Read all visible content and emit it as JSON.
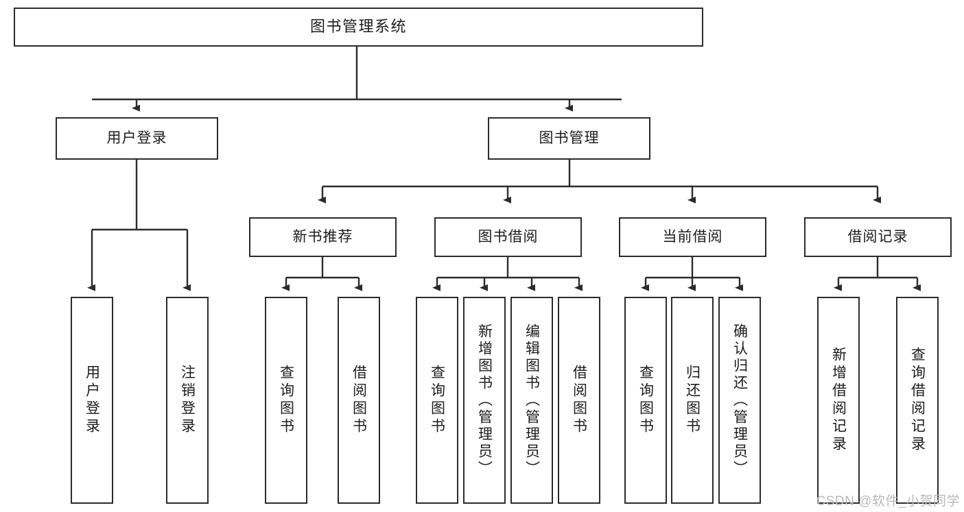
{
  "diagram": {
    "title_node": {
      "label": "图书管理系统"
    },
    "level1": [
      {
        "id": "user-login",
        "label": "用户登录"
      },
      {
        "id": "book-management",
        "label": "图书管理"
      }
    ],
    "level2": [
      {
        "id": "new-book-recommend",
        "label": "新书推荐"
      },
      {
        "id": "book-borrow",
        "label": "图书借阅"
      },
      {
        "id": "current-borrow",
        "label": "当前借阅"
      },
      {
        "id": "borrow-record",
        "label": "借阅记录"
      }
    ],
    "leaves": [
      {
        "id": "leaf-user-login",
        "label": "用户登录"
      },
      {
        "id": "leaf-logout-login",
        "label": "注销登录"
      },
      {
        "id": "leaf-query-book-1",
        "label": "查询图书"
      },
      {
        "id": "leaf-borrow-book-1",
        "label": "借阅图书"
      },
      {
        "id": "leaf-query-book-2",
        "label": "查询图书"
      },
      {
        "id": "leaf-add-book-admin",
        "label": "新增图书（管理员）"
      },
      {
        "id": "leaf-edit-book-admin",
        "label": "编辑图书（管理员）"
      },
      {
        "id": "leaf-borrow-book-2",
        "label": "借阅图书"
      },
      {
        "id": "leaf-query-book-3",
        "label": "查询图书"
      },
      {
        "id": "leaf-return-book",
        "label": "归还图书"
      },
      {
        "id": "leaf-confirm-return-admin",
        "label": "确认归还（管理员）"
      },
      {
        "id": "leaf-add-borrow-record",
        "label": "新增借阅记录"
      },
      {
        "id": "leaf-query-borrow-record",
        "label": "查询借阅记录"
      }
    ],
    "watermark": "CSDN @软件_小贺同学",
    "colors": {
      "stroke": "#2b2b2b",
      "fill": "#ffffff",
      "text": "#1c1c1c",
      "watermark": "#b9b9b9"
    }
  }
}
